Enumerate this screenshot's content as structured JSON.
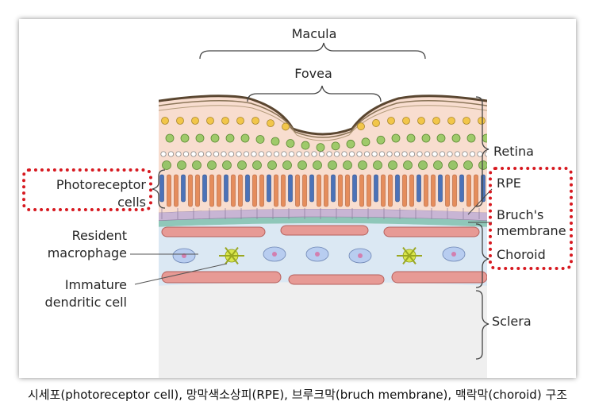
{
  "labels": {
    "macula": "Macula",
    "fovea": "Fovea",
    "retina": "Retina",
    "rpe": "RPE",
    "bruchs_line1": "Bruch's",
    "bruchs_line2": "membrane",
    "choroid": "Choroid",
    "sclera": "Sclera",
    "photoreceptor_line1": "Photoreceptor",
    "photoreceptor_line2": "cells",
    "resident_line1": "Resident",
    "resident_line2": "macrophage",
    "immature_line1": "Immature",
    "immature_line2": "dendritic cell"
  },
  "caption": "시세포(photoreceptor cell), 망막색소상피(RPE), 브루크막(bruch membrane), 맥락막(choroid) 구조",
  "colors": {
    "highlight": "#d71920",
    "retina_bg": "#f7dccd",
    "rpe": "#c6b4d2",
    "bruch": "#8cc5b8",
    "choroid_bg": "#dce9f4",
    "vessel": "#e89b97",
    "sclera": "#eeeeee"
  }
}
